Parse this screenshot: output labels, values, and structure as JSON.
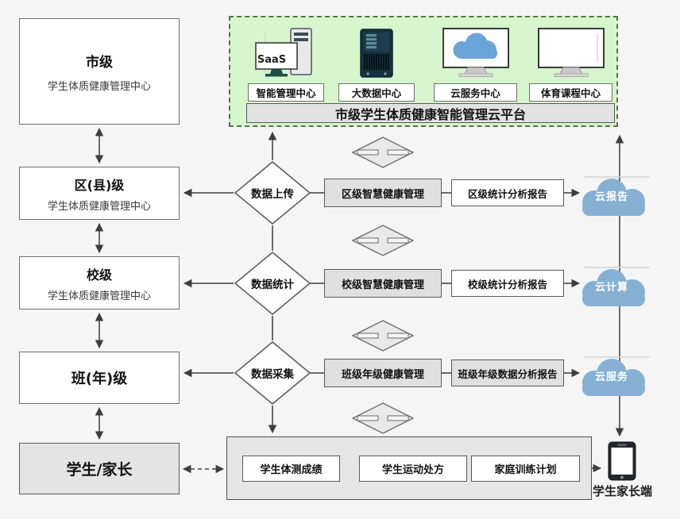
{
  "left_column": {
    "levels": [
      {
        "title": "市级",
        "subtitle": "学生体质健康管理中心"
      },
      {
        "title": "区(县)级",
        "subtitle": "学生体质健康管理中心"
      },
      {
        "title": "校级",
        "subtitle": "学生体质健康管理中心"
      },
      {
        "title": "班(年)级",
        "subtitle": ""
      },
      {
        "title": "学生/家长",
        "subtitle": ""
      }
    ]
  },
  "platform": {
    "title": "市级学生体质健康智能管理云平台",
    "saas_label": "SaaS",
    "centers": [
      {
        "label": "智能管理中心",
        "icon": "saas-desktop-icon"
      },
      {
        "label": "大数据中心",
        "icon": "server-icon"
      },
      {
        "label": "云服务中心",
        "icon": "cloud-monitor-icon"
      },
      {
        "label": "体育课程中心",
        "icon": "monitor-icon"
      }
    ]
  },
  "process_diamonds": [
    {
      "label": "数据上传"
    },
    {
      "label": "数据统计"
    },
    {
      "label": "数据采集"
    }
  ],
  "rows": [
    {
      "management": "区级智慧健康管理",
      "report": "区级统计分析报告",
      "cloud": "云报告"
    },
    {
      "management": "校级智慧健康管理",
      "report": "校级统计分析报告",
      "cloud": "云计算"
    },
    {
      "management": "班级年级健康管理",
      "report": "班级年级数据分析报告",
      "cloud": "云服务"
    }
  ],
  "bottom": {
    "items": [
      {
        "label": "学生体测成绩"
      },
      {
        "label": "学生运动处方"
      },
      {
        "label": "家庭训练计划"
      }
    ],
    "phone_label": "学生家长端"
  },
  "colors": {
    "background": "#f5f5f5",
    "platform_green": "#d6f5cd",
    "box_gray": "#e0e0e0",
    "cloud_blue": "#85b0d4",
    "connector": "#3d3d3d"
  }
}
